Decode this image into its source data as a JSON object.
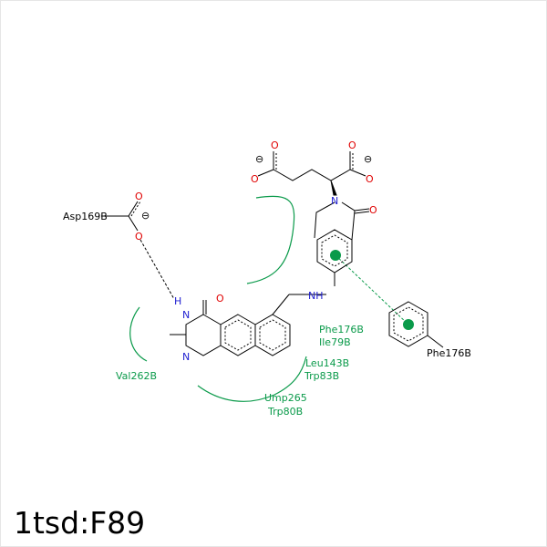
{
  "title": "1tsd:F89",
  "colors": {
    "bond": "#000000",
    "nitrogen": "#1f1fd0",
    "oxygen": "#e00000",
    "hydrophobic": "#0a9a4a",
    "aromatic_center": "#0a9a4a"
  },
  "atoms": {
    "n_amide": "N",
    "o_amide": "O",
    "o_acid_left_top": "O",
    "o_acid_left_bot": "O",
    "o_acid_right_top": "O",
    "o_acid_right_bot": "O",
    "n_linker": "NH",
    "h_ring": "H",
    "n_ring1": "N",
    "n_ring2": "N",
    "o_ring": "O",
    "o_asp_top": "O",
    "o_asp_bot": "O",
    "charge_left": "⊖",
    "charge_right": "⊖",
    "charge_asp": "⊖"
  },
  "residues": {
    "asp169b": "Asp169B",
    "phe176b_ring": "Phe176B",
    "phe176b": "Phe176B",
    "ile79b": "Ile79B",
    "leu143b": "Leu143B",
    "trp83b": "Trp83B",
    "ump265": "Ump265",
    "trp80b": "Trp80B",
    "val262b": "Val262B"
  }
}
